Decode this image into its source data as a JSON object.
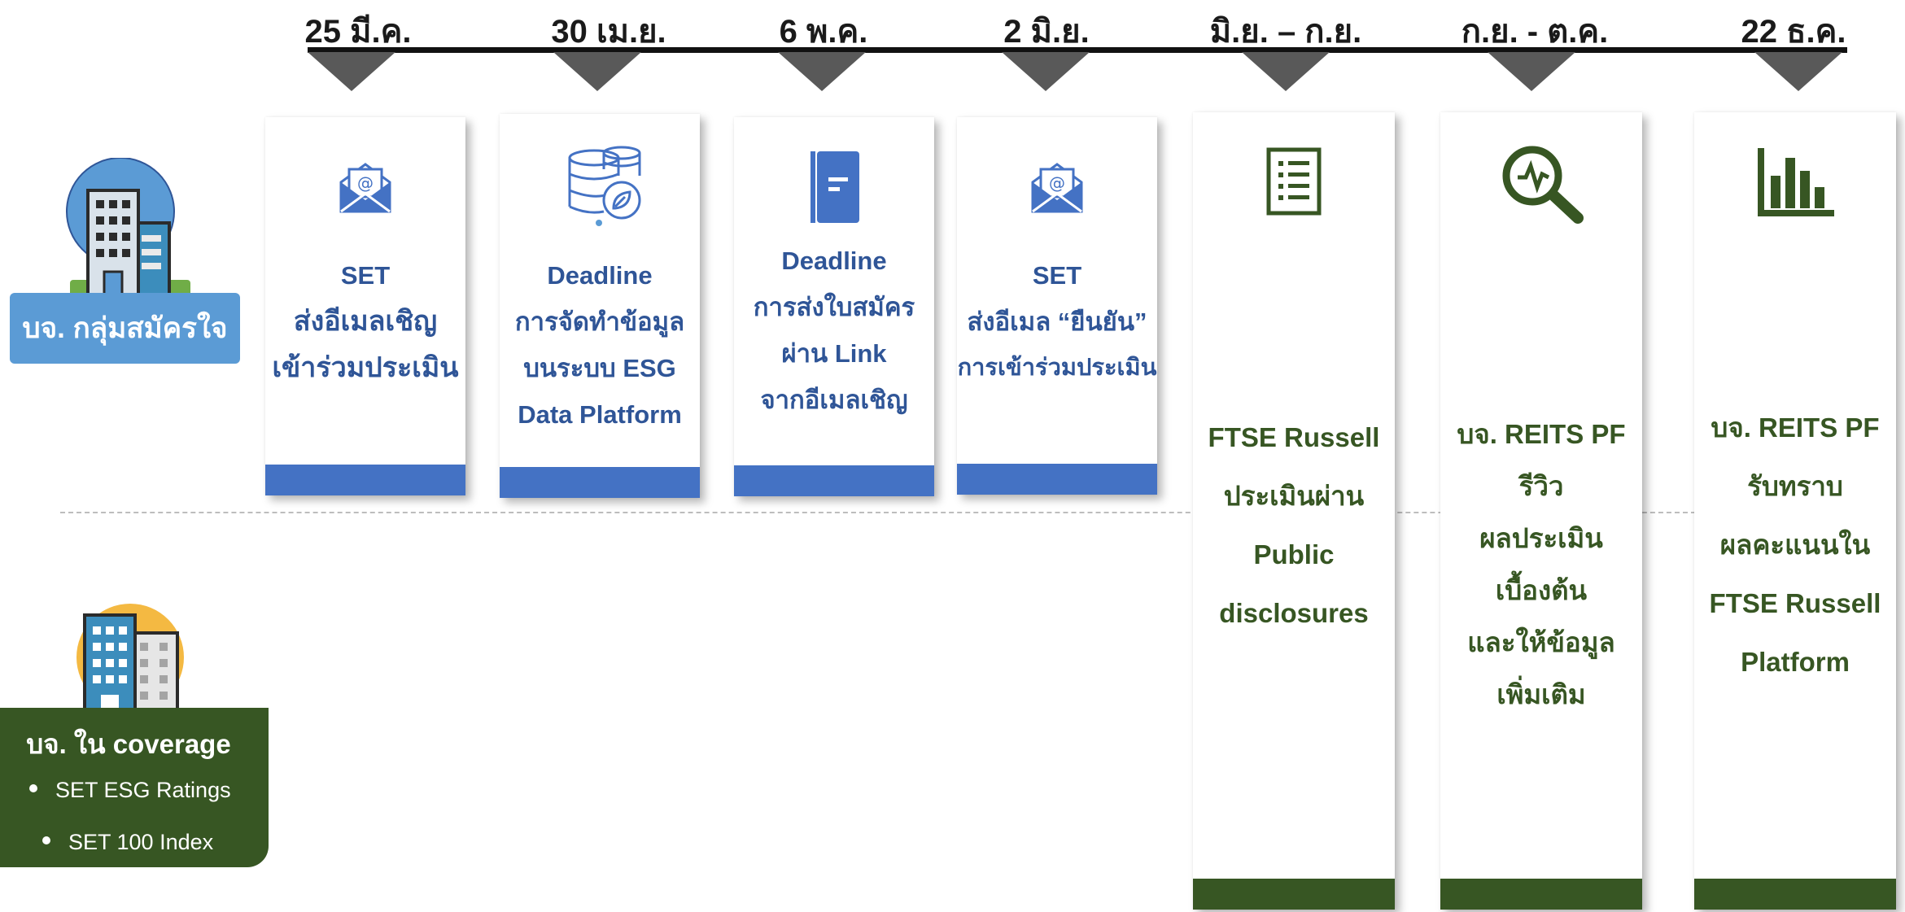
{
  "timeline": {
    "dates": [
      "25 มี.ค.",
      "30 เม.ย.",
      "6 พ.ค.",
      "2 มิ.ย.",
      "มิ.ย. – ก.ย.",
      "ก.ย. - ต.ค.",
      "22 ธ.ค."
    ]
  },
  "groups": {
    "voluntary": {
      "label": "บจ. กลุ่มสมัครใจ"
    },
    "coverage": {
      "label": "บจ. ใน coverage",
      "items": [
        "SET ESG Ratings",
        "SET 100 Index"
      ]
    }
  },
  "cards": [
    {
      "icon": "email-icon",
      "lines": [
        "SET",
        "ส่งอีเมลเชิญ",
        "เข้าร่วมประเมิน"
      ]
    },
    {
      "icon": "database-icon",
      "lines": [
        "Deadline",
        "การจัดทำข้อมูล",
        "บนระบบ ESG",
        "Data Platform"
      ]
    },
    {
      "icon": "document-icon",
      "lines": [
        "Deadline",
        "การส่งใบสมัคร",
        "ผ่าน Link",
        "จากอีเมลเชิญ"
      ]
    },
    {
      "icon": "email-icon",
      "lines": [
        "SET",
        "ส่งอีเมล “ยืนยัน”",
        "การเข้าร่วมประเมิน"
      ]
    },
    {
      "icon": "checklist-icon",
      "lines": [
        "FTSE Russell",
        "ประเมินผ่าน",
        "Public",
        "disclosures"
      ]
    },
    {
      "icon": "search-analysis-icon",
      "lines": [
        "บจ. REITS PF",
        "รีวิว",
        "ผลประเมิน",
        "เบื้องต้น",
        "และให้ข้อมูล",
        "เพิ่มเติม"
      ]
    },
    {
      "icon": "bar-chart-icon",
      "lines": [
        "บจ. REITS PF",
        "รับทราบ",
        "ผลคะแนนใน",
        "FTSE Russell",
        "Platform"
      ]
    }
  ],
  "colors": {
    "blue_accent": "#4472c4",
    "blue_text": "#2f5597",
    "green_accent": "#375623",
    "triangle": "#595959",
    "group_blue": "#5b9bd5"
  }
}
